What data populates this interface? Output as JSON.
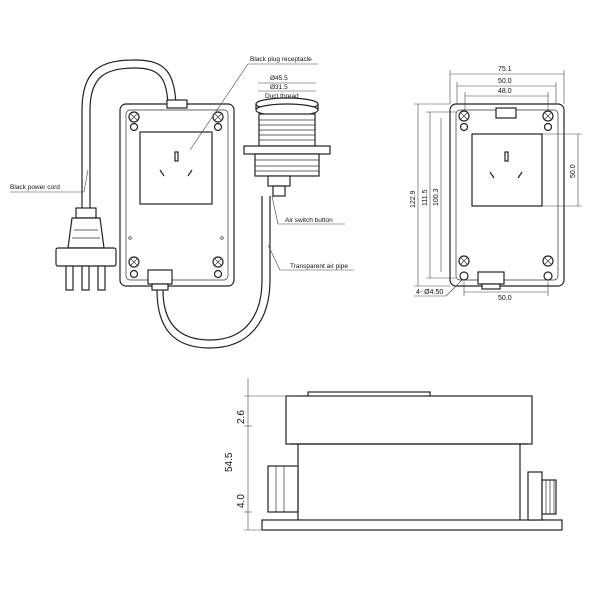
{
  "callouts": {
    "power_cord": "Black power cord",
    "plug_receptacle": "Black plug receptacle",
    "duct_thread": "Duct thread",
    "air_switch": "Air switch button",
    "air_pipe": "Transparent air pipe",
    "button_outer_dia": "Ø45.5",
    "button_inner_dia": "Ø31.5"
  },
  "front_dims": {
    "width_overall": "75.1",
    "width_mid": "50.0",
    "width_inner": "48.0",
    "height_overall": "122.9",
    "height_mid": "111.5",
    "height_inner": "100.3",
    "socket_height": "50.0",
    "hole_note": "4- Ø4.50",
    "bottom_width": "50.0"
  },
  "side_dims": {
    "lid_height": "2.6",
    "total_height": "54.5",
    "base_height": "4.0"
  }
}
